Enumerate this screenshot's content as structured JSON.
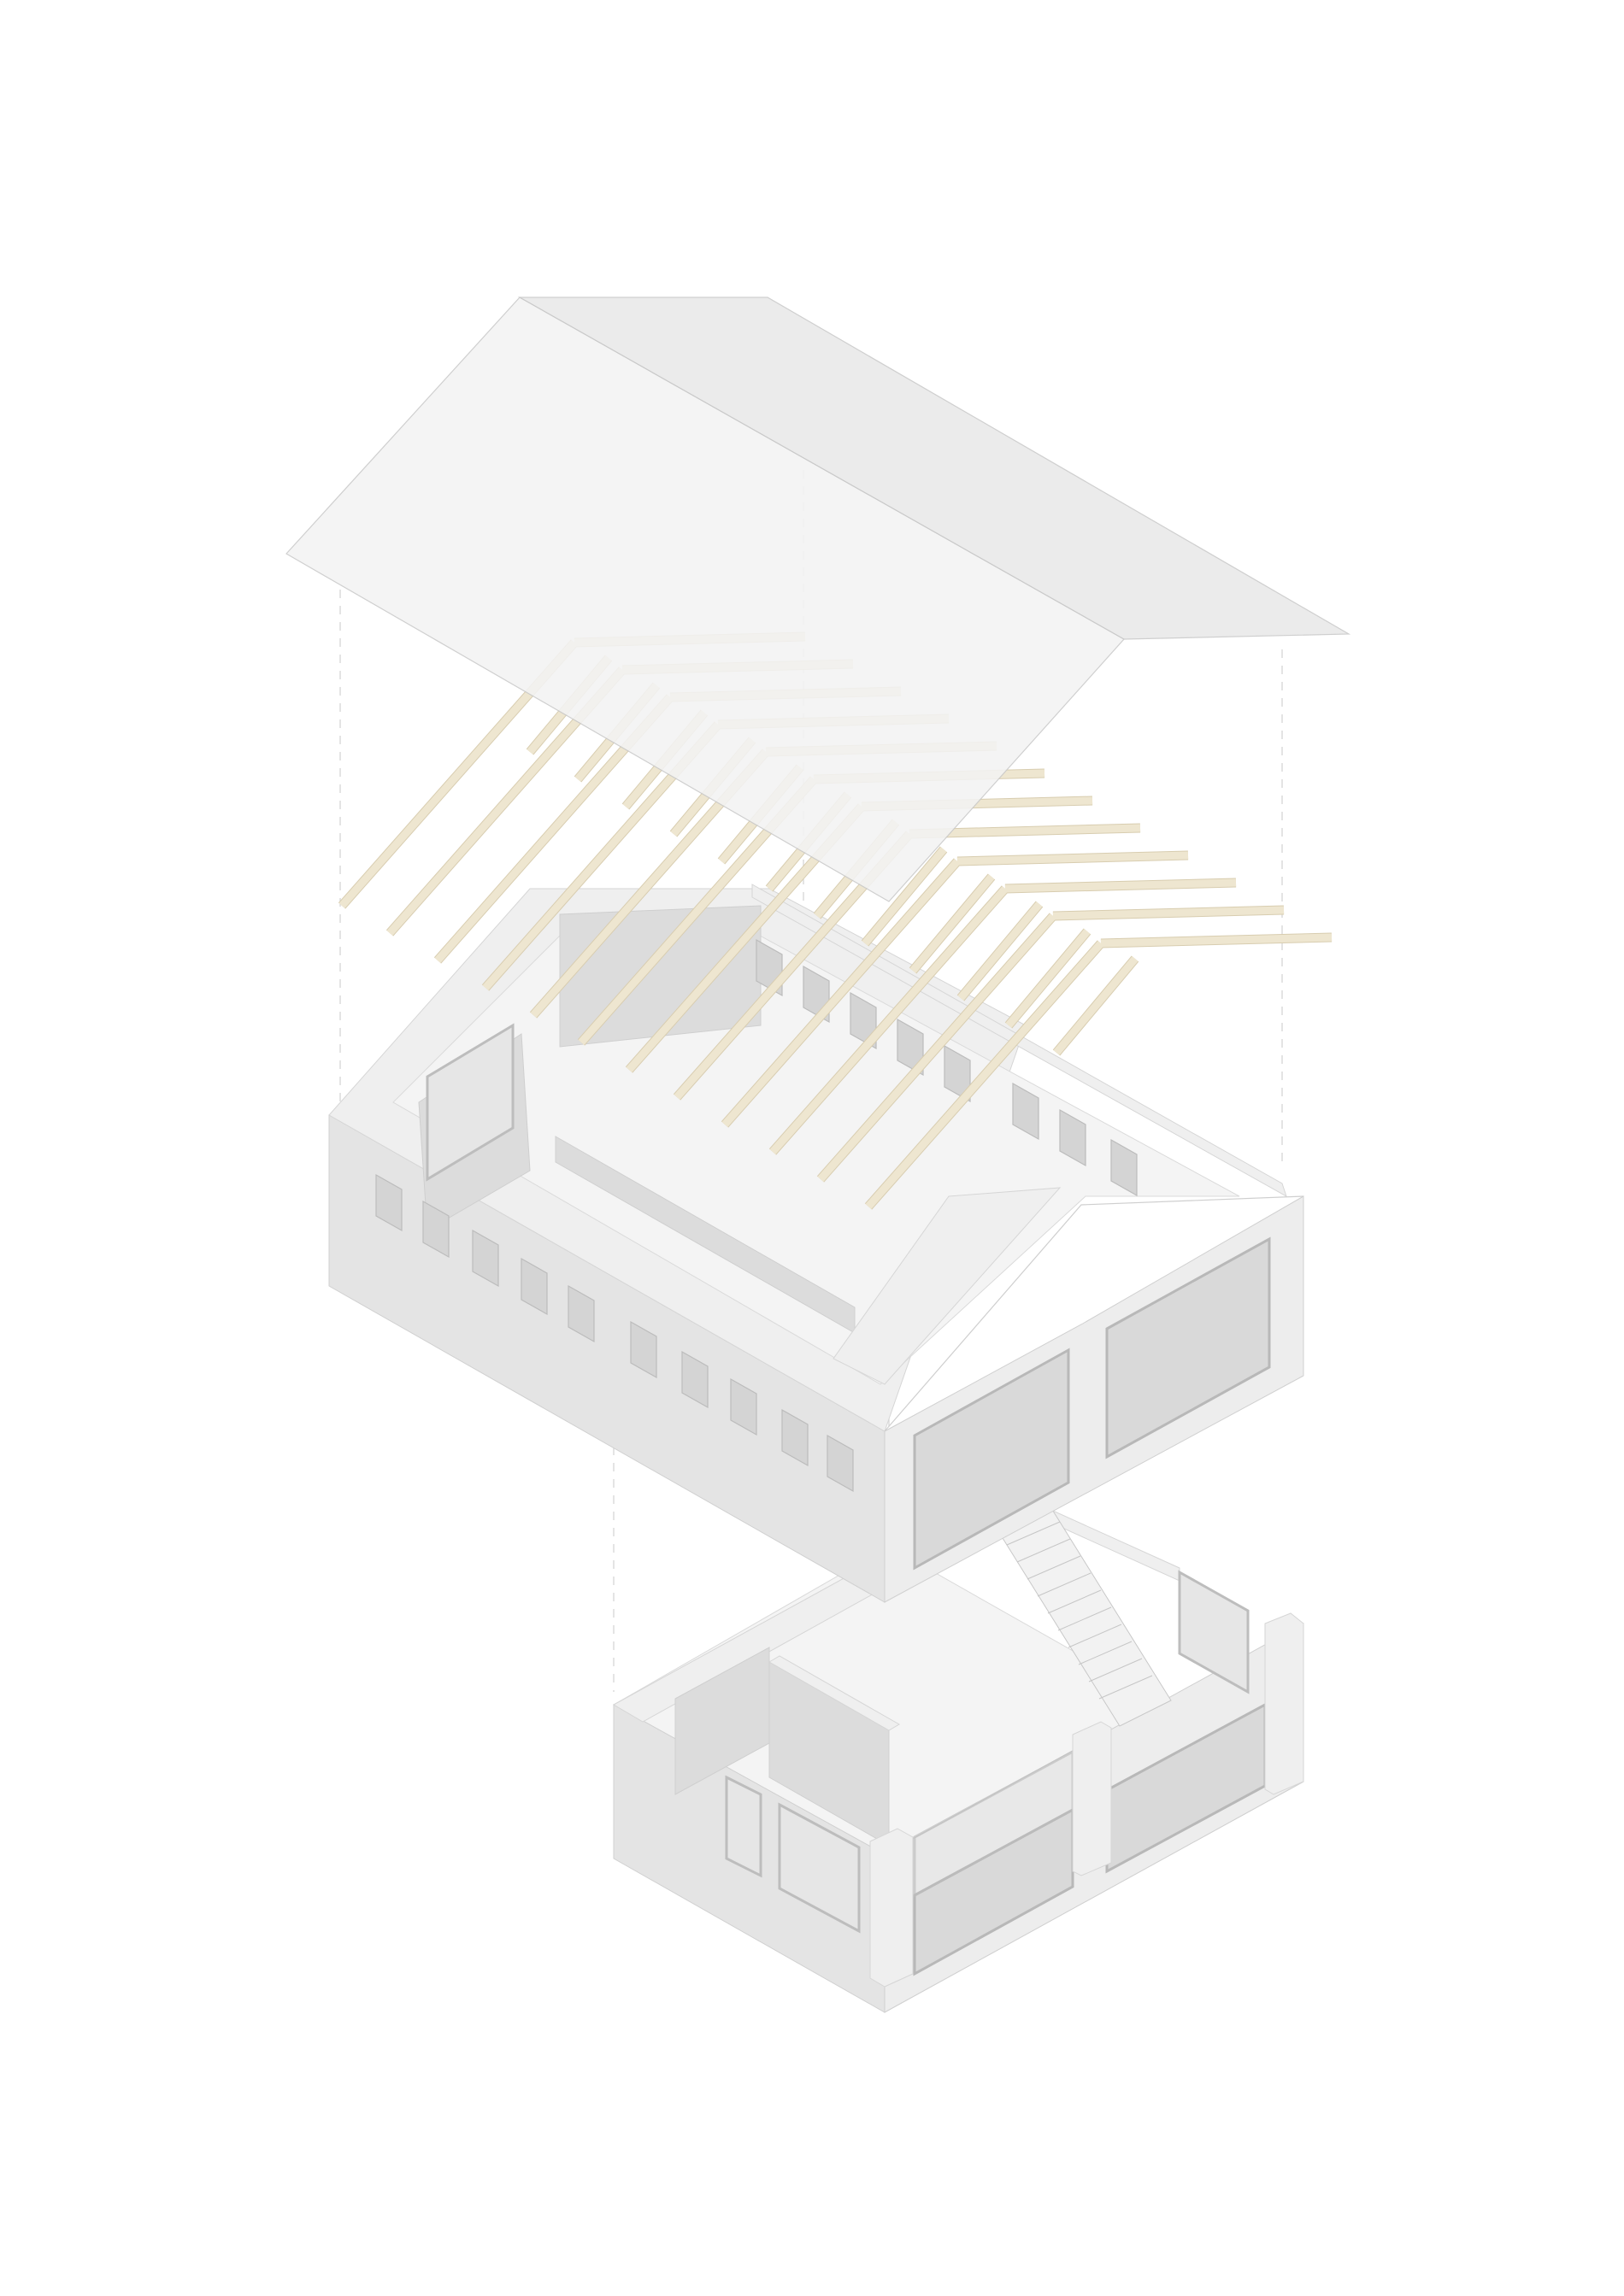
{
  "diagram": {
    "kind": "exploded axonometric building diagram",
    "layers": [
      {
        "id": "roof-cladding",
        "color": "#f3f3f3"
      },
      {
        "id": "timber-rafters",
        "color": "#eee6d0",
        "count": 12
      },
      {
        "id": "upper-floor",
        "color": "#e8e8e8"
      },
      {
        "id": "ground-floor",
        "color": "#e8e8e8"
      }
    ],
    "colors": {
      "background": "#ffffff",
      "timber": "#eee6d0",
      "wall": "#e8e8e8",
      "glass": "#d9d9d9",
      "guide": "#d3d3d3"
    }
  }
}
